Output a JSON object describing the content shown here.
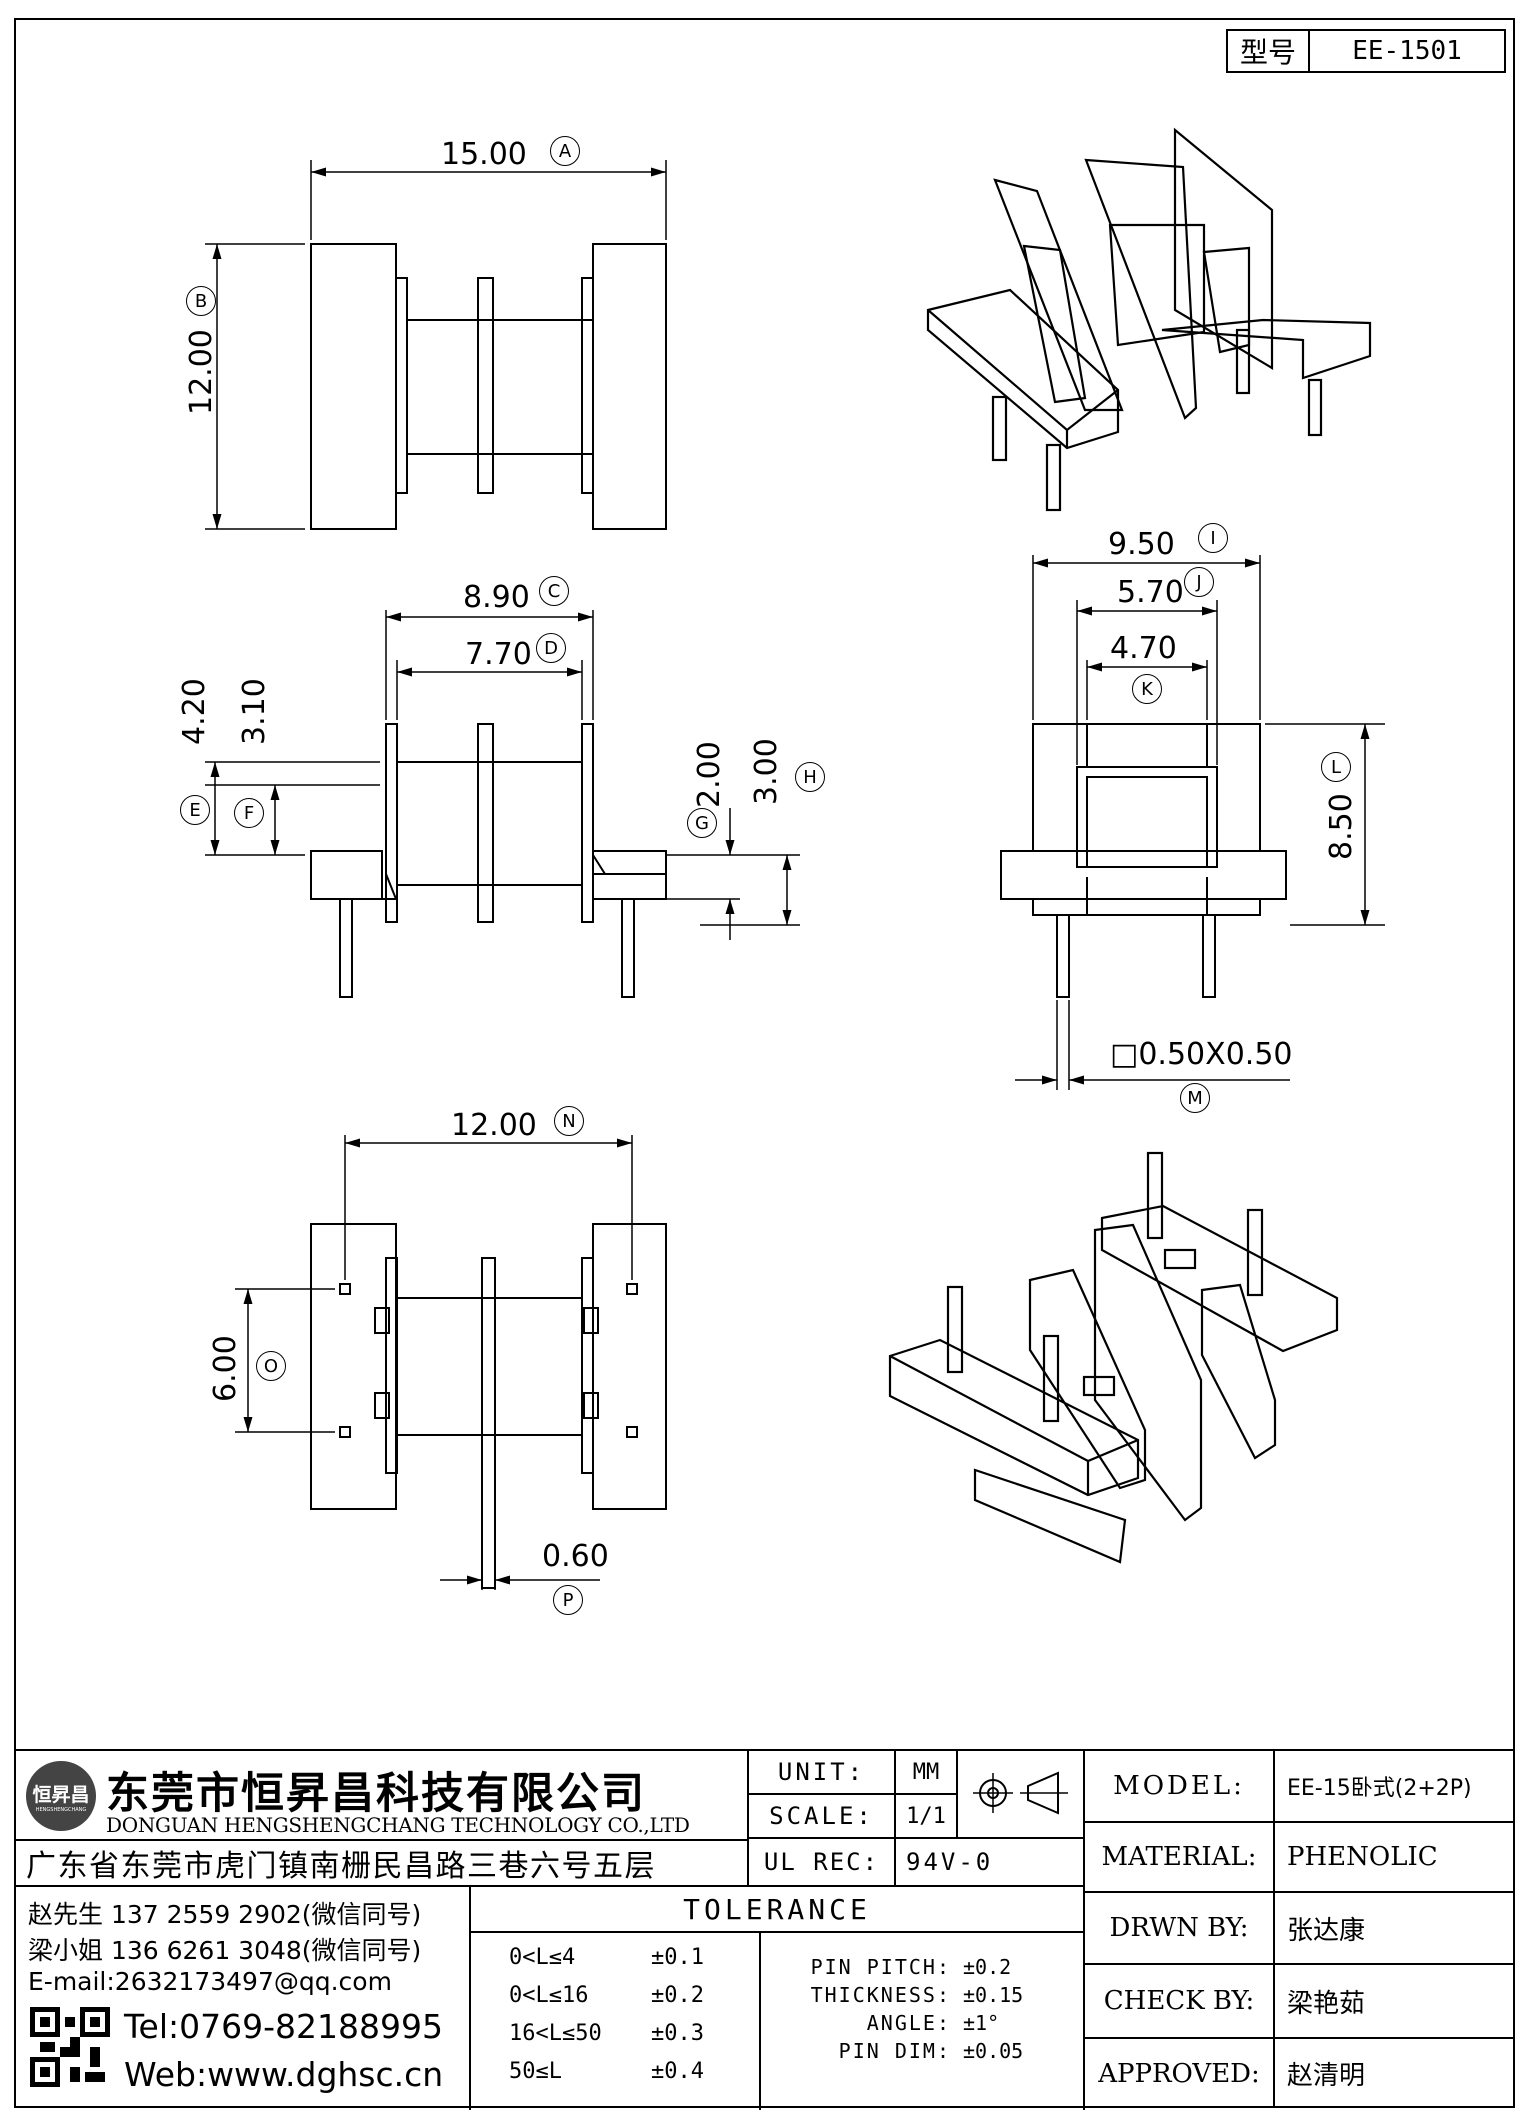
{
  "model_box": {
    "label": "型号",
    "value": "EE-1501"
  },
  "dims": {
    "A": {
      "value": "15.00",
      "tag": "A"
    },
    "B": {
      "value": "12.00",
      "tag": "B"
    },
    "C": {
      "value": "8.90",
      "tag": "C"
    },
    "D": {
      "value": "7.70",
      "tag": "D"
    },
    "E": {
      "value": "4.20",
      "tag": "E"
    },
    "F": {
      "value": "3.10",
      "tag": "F"
    },
    "G": {
      "value": "2.00",
      "tag": "G"
    },
    "H": {
      "value": "3.00",
      "tag": "H"
    },
    "I": {
      "value": "9.50",
      "tag": "I"
    },
    "J": {
      "value": "5.70",
      "tag": "J"
    },
    "K": {
      "value": "4.70",
      "tag": "K"
    },
    "L": {
      "value": "8.50",
      "tag": "L"
    },
    "M": {
      "value": "□0.50X0.50",
      "tag": "M"
    },
    "N": {
      "value": "12.00",
      "tag": "N"
    },
    "O": {
      "value": "6.00",
      "tag": "O"
    },
    "P": {
      "value": "0.60",
      "tag": "P"
    }
  },
  "company": {
    "name_cn": "东莞市恒昇昌科技有限公司",
    "name_en": "DONGUAN HENGSHENGCHANG TECHNOLOGY CO.,LTD",
    "address": "广东省东莞市虎门镇南栅民昌路三巷六号五层",
    "logo_text": "恒昇昌",
    "logo_sub": "HENGSHENGCHANG",
    "contact1": "赵先生 137 2559 2902(微信同号)",
    "contact2": "梁小姐 136 6261 3048(微信同号)",
    "email": "E-mail:2632173497@qq.com",
    "tel": "Tel:0769-82188995",
    "web": "Web:www.dghsc.cn"
  },
  "units": {
    "unit_label": "UNIT:",
    "unit_value": "MM",
    "scale_label": "SCALE:",
    "scale_value": "1/1",
    "ul_label": "UL REC:",
    "ul_value": "94V-0"
  },
  "tolerance": {
    "title": "TOLERANCE",
    "rows": [
      {
        "range": "0<L≤4",
        "tol": "±0.1"
      },
      {
        "range": "0<L≤16",
        "tol": "±0.2"
      },
      {
        "range": "16<L≤50",
        "tol": "±0.3"
      },
      {
        "range": "50≤L",
        "tol": "±0.4"
      }
    ],
    "specs": [
      {
        "label": "PIN PITCH:",
        "tol": "±0.2"
      },
      {
        "label": "THICKNESS:",
        "tol": "±0.15"
      },
      {
        "label": "ANGLE:",
        "tol": "±1°"
      },
      {
        "label": "PIN DIM:",
        "tol": "±0.05"
      }
    ]
  },
  "info": {
    "model_label": "MODEL:",
    "model_value": "EE-15卧式(2+2P)",
    "material_label": "MATERIAL:",
    "material_value": "PHENOLIC",
    "drwn_label": "DRWN BY:",
    "drwn_value": "张达康",
    "check_label": "CHECK BY:",
    "check_value": "梁艳茹",
    "approved_label": "APPROVED:",
    "approved_value": "赵清明"
  }
}
